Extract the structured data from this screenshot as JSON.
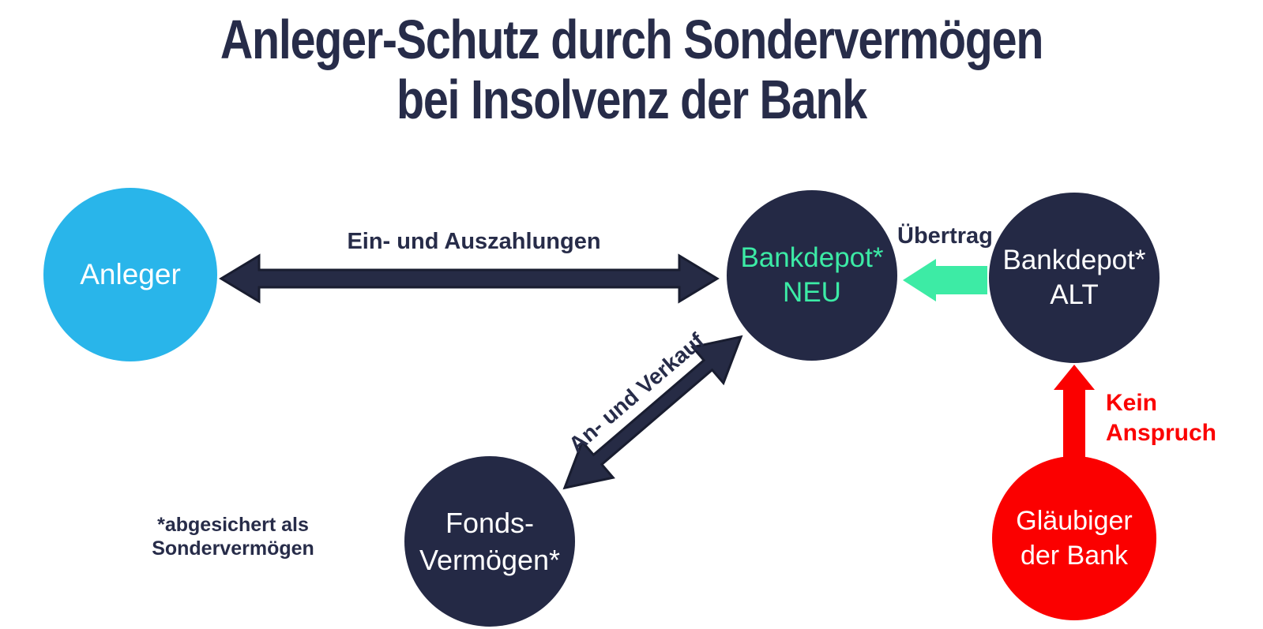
{
  "title": {
    "line1": "Anleger-Schutz durch Sondervermögen",
    "line2": "bei Insolvenz der Bank"
  },
  "nodes": {
    "anleger": {
      "label": "Anleger",
      "color": "#29b5ea",
      "text_color": "#ffffff"
    },
    "bankdepot_neu": {
      "line1": "Bankdepot*",
      "line2": "NEU",
      "color": "#242945",
      "text_color": "#3ceba6"
    },
    "bankdepot_alt": {
      "line1": "Bankdepot*",
      "line2": "ALT",
      "color": "#242945",
      "text_color": "#ffffff"
    },
    "fondsvermoegen": {
      "line1": "Fonds-",
      "line2": "Vermögen*",
      "color": "#242945",
      "text_color": "#ffffff"
    },
    "glaeubiger": {
      "line1": "Gläubiger",
      "line2": "der Bank",
      "color": "#fb0000",
      "text_color": "#ffffff"
    }
  },
  "edges": {
    "ein_aus": {
      "label": "Ein- und Auszahlungen",
      "style": "double-headed navy arrow between Anleger and Bankdepot NEU"
    },
    "an_verkauf": {
      "label": "An- und Verkauf",
      "style": "double-headed navy diagonal arrow between Fonds-Vermögen and Bankdepot NEU"
    },
    "uebertrag": {
      "label": "Übertrag",
      "style": "mint green arrow from Bankdepot ALT to Bankdepot NEU",
      "color": "#3deba5"
    },
    "kein_anspruch": {
      "line1": "Kein",
      "line2": "Anspruch",
      "style": "red arrow from Gläubiger der Bank to Bankdepot ALT",
      "color": "#fb0000"
    }
  },
  "footnote": {
    "line1": "*abgesichert als",
    "line2": "Sondervermögen"
  },
  "colors": {
    "navy": "#262b45",
    "blue": "#29b5ea",
    "mint": "#3deba5",
    "red": "#fb0000",
    "background": "#ffffff"
  }
}
